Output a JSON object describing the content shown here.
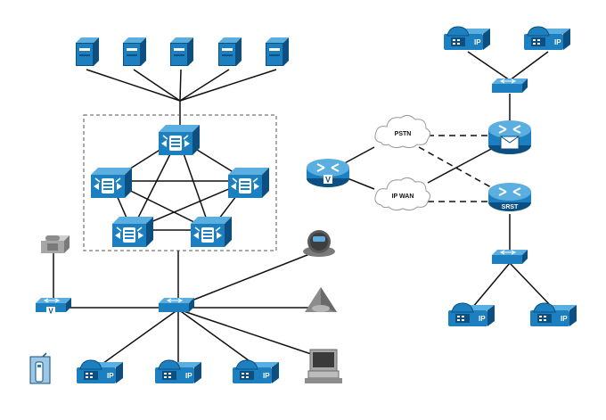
{
  "clouds": [
    {
      "id": "pstn",
      "label": "PSTN"
    },
    {
      "id": "ipwan",
      "label": "IP WAN"
    }
  ],
  "router_labels": {
    "srst": "SRST",
    "voice_gateway": "V"
  },
  "phone_label": "IP",
  "switch_badge": "V",
  "colors": {
    "device_blue": "#1c7fbf",
    "device_dark": "#0d4f80",
    "device_light": "#5aaee0",
    "line": "#111111",
    "cluster_border": "#555555",
    "cloud_fill": "#ffffff",
    "cloud_stroke": "#9a9a9a",
    "gray_device": "#a6a6a6"
  },
  "icons": {
    "servers": "server-icon",
    "call_manager": "call-manager-icon",
    "switch": "layer3-switch-icon",
    "ip_phone": "ip-phone-icon",
    "analog_phone": "analog-phone-icon",
    "video_camera": "video-camera-icon",
    "conference_phone": "conference-phone-icon",
    "pc": "workstation-icon",
    "wireless_phone": "wireless-phone-icon",
    "router": "router-icon",
    "cloud": "cloud-icon"
  }
}
